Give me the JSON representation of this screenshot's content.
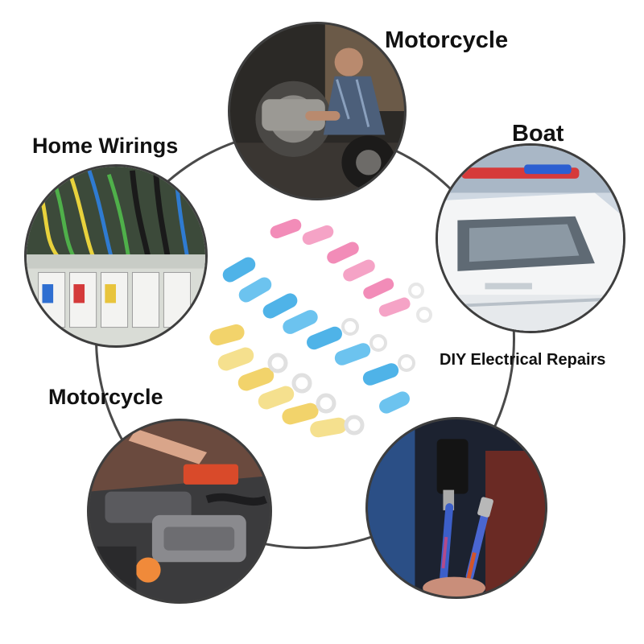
{
  "labels": {
    "motorcycle_top": "Motorcycle",
    "boat": "Boat",
    "home_wirings": "Home Wirings",
    "diy_repairs": "DIY Electrical Repairs",
    "motorcycle_left": "Motorcycle"
  },
  "colors": {
    "ring": "#4a4a4a",
    "pink_connector": "#f28cb8",
    "blue_connector": "#4fb3e8",
    "yellow_connector": "#f2d36b"
  }
}
